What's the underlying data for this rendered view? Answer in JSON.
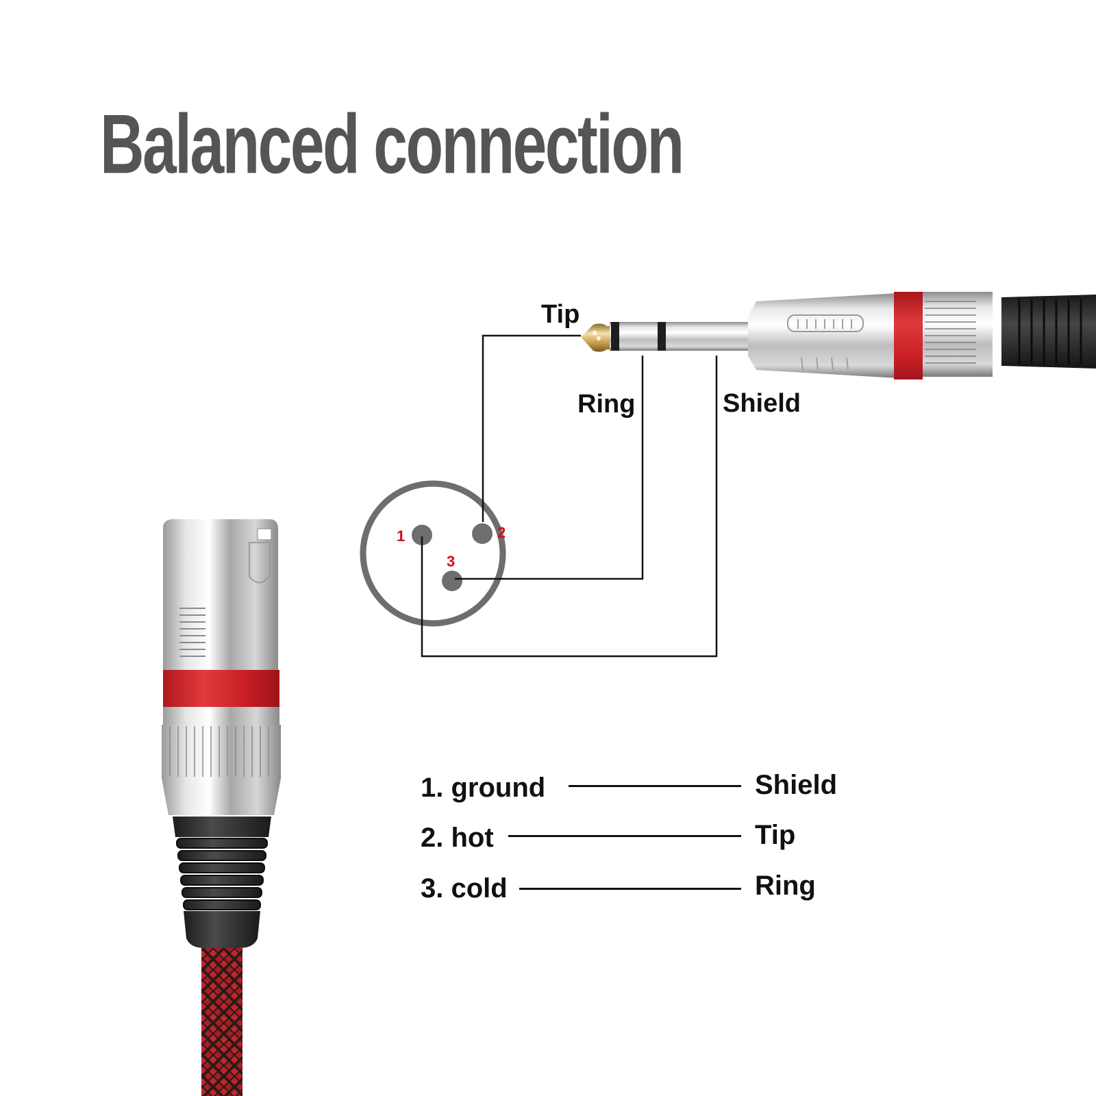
{
  "title": "Balanced connection",
  "trs_plug": {
    "labels": {
      "tip": "Tip",
      "ring": "Ring",
      "shield": "Shield"
    },
    "collar_color": "#d8262b"
  },
  "xlr_pinout": {
    "pins": [
      {
        "number": "1"
      },
      {
        "number": "2"
      },
      {
        "number": "3"
      }
    ],
    "pin_label_color": "#d0101a",
    "ring_color": "#6e6e6e"
  },
  "pin_mapping": [
    {
      "xlr": "1. ground",
      "trs": "Shield"
    },
    {
      "xlr": "2. hot",
      "trs": "Tip"
    },
    {
      "xlr": "3. cold",
      "trs": "Ring"
    }
  ],
  "cable": {
    "braid_color": "#c0262b",
    "braid_mesh_color": "#2a1a1a"
  }
}
